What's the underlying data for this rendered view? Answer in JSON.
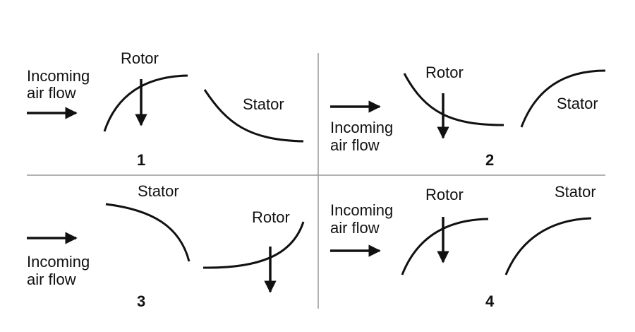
{
  "colors": {
    "ink": "#111111",
    "divider": "#999999",
    "background": "#ffffff"
  },
  "panels": [
    {
      "number": "1",
      "rotor_label": "Rotor",
      "stator_label": "Stator",
      "flow_label": [
        "Incoming",
        "air flow"
      ]
    },
    {
      "number": "2",
      "rotor_label": "Rotor",
      "stator_label": "Stator",
      "flow_label": [
        "Incoming",
        "air flow"
      ]
    },
    {
      "number": "3",
      "rotor_label": "Rotor",
      "stator_label": "Stator",
      "flow_label": [
        "Incoming",
        "air flow"
      ]
    },
    {
      "number": "4",
      "rotor_label": "Rotor",
      "stator_label": "Stator",
      "flow_label": [
        "Incoming",
        "air flow"
      ]
    }
  ]
}
